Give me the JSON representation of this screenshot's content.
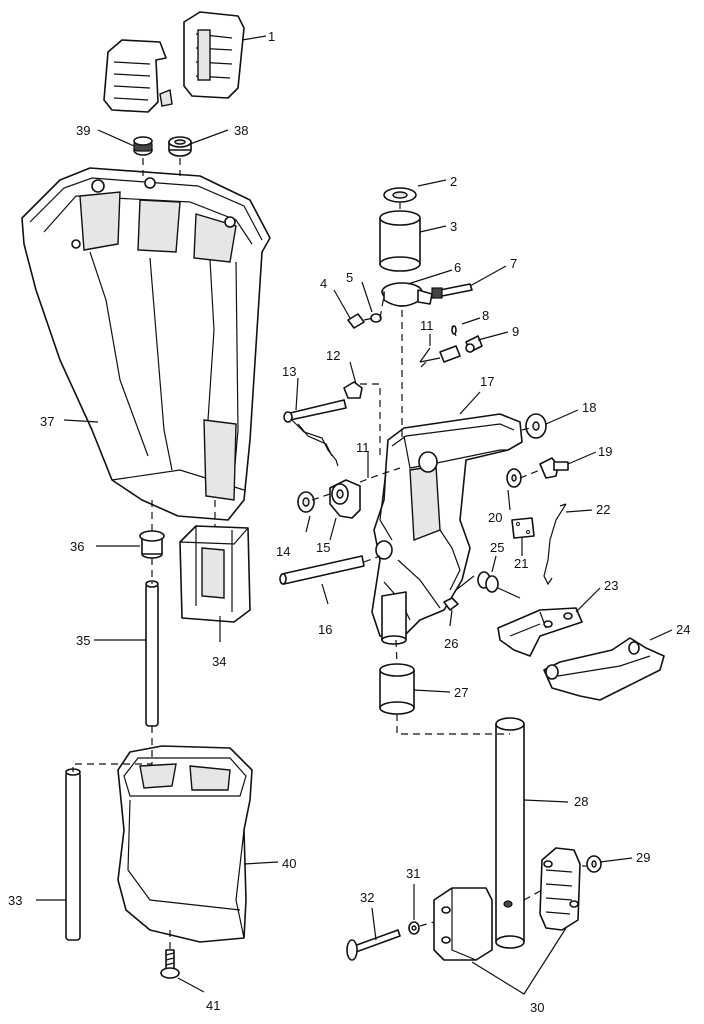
{
  "callouts": {
    "p1": "1",
    "p2": "2",
    "p3": "3",
    "p4": "4",
    "p5": "5",
    "p6": "6",
    "p7": "7",
    "p8": "8",
    "p9": "9",
    "p11a": "11",
    "p11b": "11",
    "p12": "12",
    "p13": "13",
    "p14": "14",
    "p15": "15",
    "p16": "16",
    "p17": "17",
    "p18": "18",
    "p19": "19",
    "p20": "20",
    "p21": "21",
    "p22": "22",
    "p23": "23",
    "p24": "24",
    "p25": "25",
    "p26": "26",
    "p27": "27",
    "p28": "28",
    "p29": "29",
    "p30": "30",
    "p31": "31",
    "p32": "32",
    "p33": "33",
    "p34": "34",
    "p35": "35",
    "p36": "36",
    "p37": "37",
    "p38": "38",
    "p39": "39",
    "p40": "40",
    "p41": "41"
  }
}
